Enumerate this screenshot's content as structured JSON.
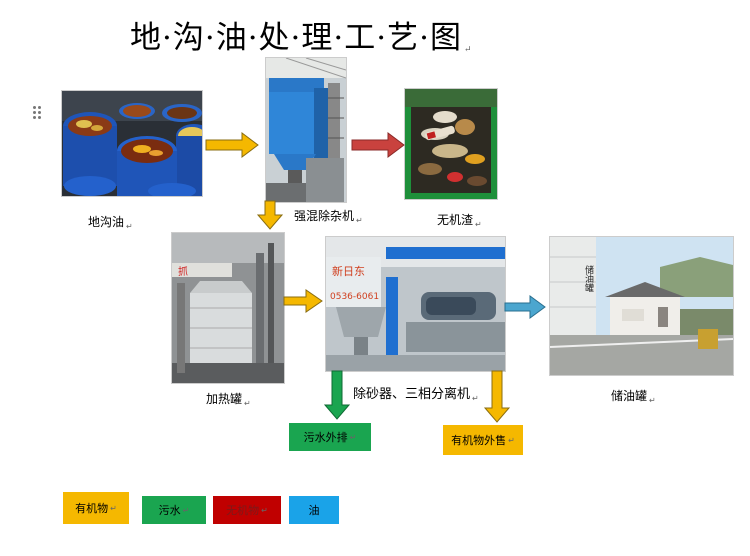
{
  "title": "地·沟·油·处·理·工·艺·图",
  "captions": {
    "gutter_oil": "地沟油",
    "mixer": "强混除杂机",
    "inorganic_residue": "无机渣",
    "heating_tank": "加热罐",
    "separator": "除砂器、三相分离机",
    "storage_tank": "储油罐"
  },
  "outputs": {
    "wastewater": "污水外排",
    "organic_sale": "有机物外售"
  },
  "photo_labels": {
    "separator_sign": "新日东",
    "separator_phone": "0536-6061",
    "tank_sign": "储油罐",
    "heating_banner": "抓"
  },
  "legend": [
    {
      "label": "有机物",
      "color": "#f5b800",
      "text_color": "#000000"
    },
    {
      "label": "污水",
      "color": "#1aa550",
      "text_color": "#000000"
    },
    {
      "label": "无机物",
      "color": "#c00000",
      "text_color": "#7a1a1a"
    },
    {
      "label": "油",
      "color": "#1aa3e8",
      "text_color": "#000000"
    }
  ],
  "colors": {
    "organic": "#f5b800",
    "wastewater": "#1aa550",
    "inorganic": "#c9423e",
    "oil": "#4ba6cf"
  }
}
